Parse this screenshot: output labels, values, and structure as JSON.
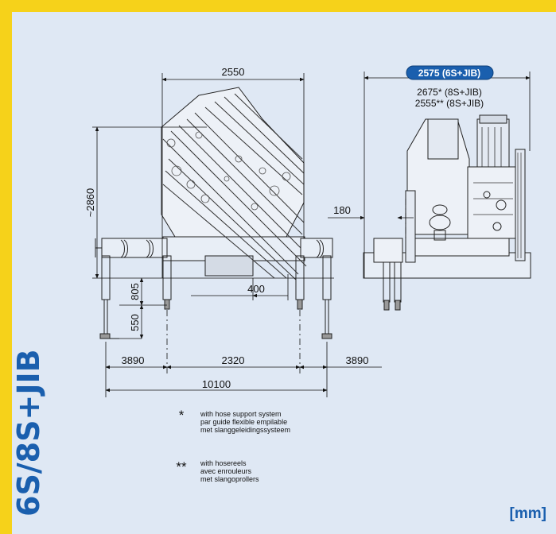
{
  "side_title": "6S/8S+JIB",
  "unit_label": "[mm]",
  "dimensions": {
    "width_left": "2550",
    "height": "~2860",
    "leg_805": "805",
    "leg_550": "550",
    "offset_400": "400",
    "outrigger_left": "3890",
    "outrigger_center": "2320",
    "outrigger_right": "3890",
    "total_span": "10100",
    "side_offset_180": "180",
    "width_right_badge": "2575 (6S+JIB)",
    "width_right_alt1": "2675* (8S+JIB)",
    "width_right_alt2": "2555** (8S+JIB)"
  },
  "notes": {
    "star1_symbol": "*",
    "star1_lines": [
      "with hose support system",
      "par guide flexible empilable",
      "met slanggeleidingssysteem"
    ],
    "star2_symbol": "**",
    "star2_lines": [
      "with hosereels",
      "avec enrouleurs",
      "met slangoprollers"
    ]
  },
  "colors": {
    "frame": "#f6d21a",
    "background": "#dfe8f4",
    "brand": "#1a5fae"
  }
}
